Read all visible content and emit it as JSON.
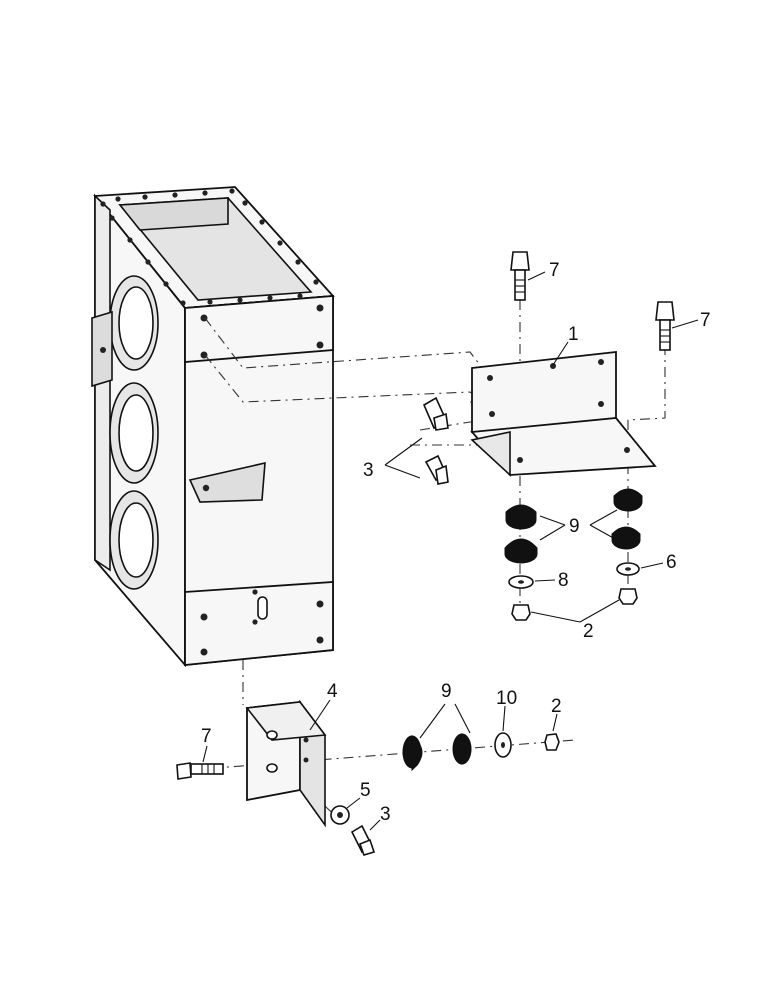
{
  "callouts": {
    "c1": "1",
    "c2a": "2",
    "c2b": "2",
    "c3a": "3",
    "c3b": "3",
    "c4": "4",
    "c5": "5",
    "c6": "6",
    "c7a": "7",
    "c7b": "7",
    "c7c": "7",
    "c8": "8",
    "c9a": "9",
    "c9b": "9",
    "c10": "10"
  }
}
